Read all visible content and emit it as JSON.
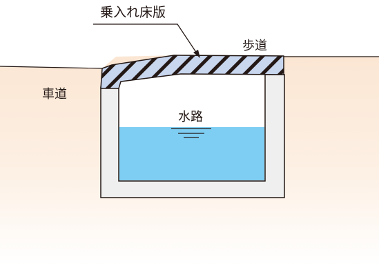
{
  "labels": {
    "slab": "乗入れ床版",
    "sidewalk": "歩道",
    "roadway": "車道",
    "channel": "水路"
  },
  "colors": {
    "ground": "#fbe7d5",
    "concrete": "#eeeeef",
    "water": "#7ecef4",
    "slab_fill": "#c5d3ee",
    "outline": "#231815"
  }
}
